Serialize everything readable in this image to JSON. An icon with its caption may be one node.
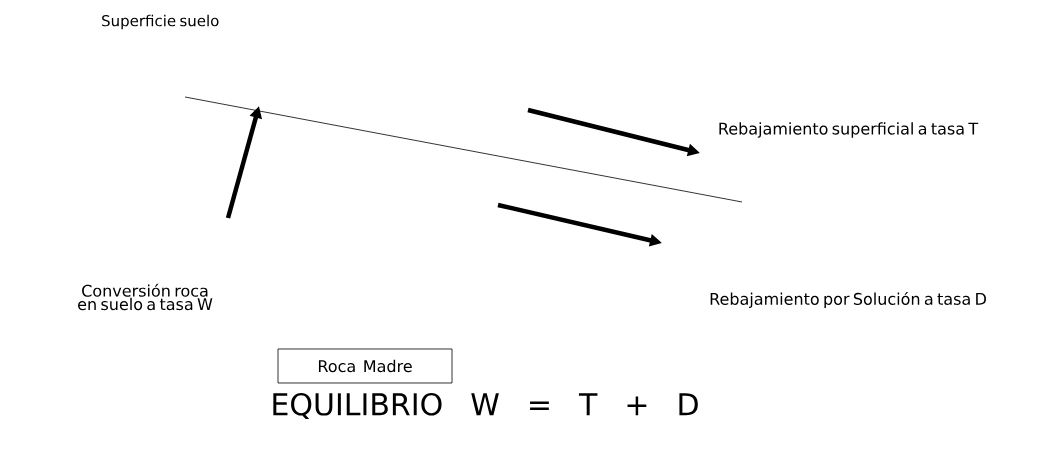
{
  "diagram": {
    "nodes": [
      {
        "text": [
          "Roca Madre"
        ]
      }
    ],
    "labels": [
      "Superficie suelo",
      "Rebajamiento superficial a tasa T",
      "Conversión roca en suelo a tasa W",
      "Rebajamiento por Solución a tasa D",
      "EQUILIBRIO  W = T + D"
    ]
  }
}
